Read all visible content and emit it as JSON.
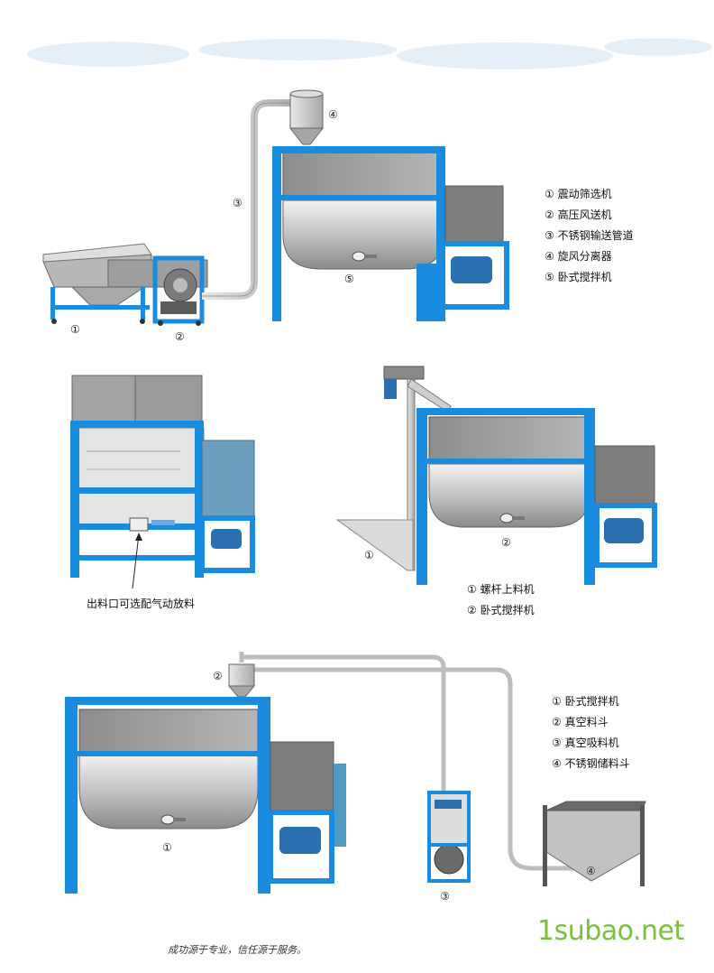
{
  "panel1": {
    "legend": [
      "① 震动筛选机",
      "② 高压风送机",
      "③ 不锈钢输送管道",
      "④ 旋风分离器",
      "⑤ 卧式搅拌机"
    ],
    "labels": [
      "①",
      "②",
      "③",
      "④",
      "⑤"
    ]
  },
  "panel2": {
    "caption": "出料口可选配气动放料"
  },
  "panel3": {
    "legend": [
      "① 螺杆上料机",
      "② 卧式搅拌机"
    ],
    "labels": [
      "①",
      "②"
    ]
  },
  "panel4": {
    "legend": [
      "① 卧式搅拌机",
      "② 真空料斗",
      "③ 真空吸料机",
      "④ 不锈钢储料斗"
    ],
    "labels": [
      "①",
      "②",
      "③",
      "④"
    ]
  },
  "footer": {
    "slogan": "成功源于专业，信任源于服务。",
    "watermark": "1subao.net"
  },
  "colors": {
    "frame": "#1a8ce0",
    "steel": "#c9c9c9",
    "motor": "#2a6fb0"
  }
}
